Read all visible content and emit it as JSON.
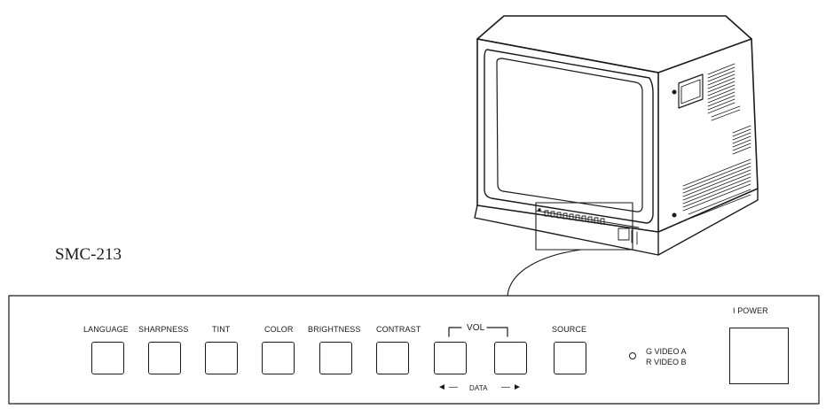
{
  "model": "SMC-213",
  "panel": {
    "buttons": [
      {
        "name": "language-button",
        "label": "LANGUAGE"
      },
      {
        "name": "sharpness-button",
        "label": "SHARPNESS"
      },
      {
        "name": "tint-button",
        "label": "TINT"
      },
      {
        "name": "color-button",
        "label": "COLOR"
      },
      {
        "name": "brightness-button",
        "label": "BRIGHTNESS"
      },
      {
        "name": "contrast-button",
        "label": "CONTRAST"
      },
      {
        "name": "vol-down-button",
        "label": ""
      },
      {
        "name": "vol-up-button",
        "label": ""
      },
      {
        "name": "source-button",
        "label": "SOURCE"
      }
    ],
    "vol_label": "VOL",
    "data_label": "DATA",
    "arrow_left": "◄ —",
    "arrow_right": "— ►",
    "led": {
      "line1": "G  VIDEO A",
      "line2": "R  VIDEO B"
    },
    "power_label": "I POWER"
  }
}
